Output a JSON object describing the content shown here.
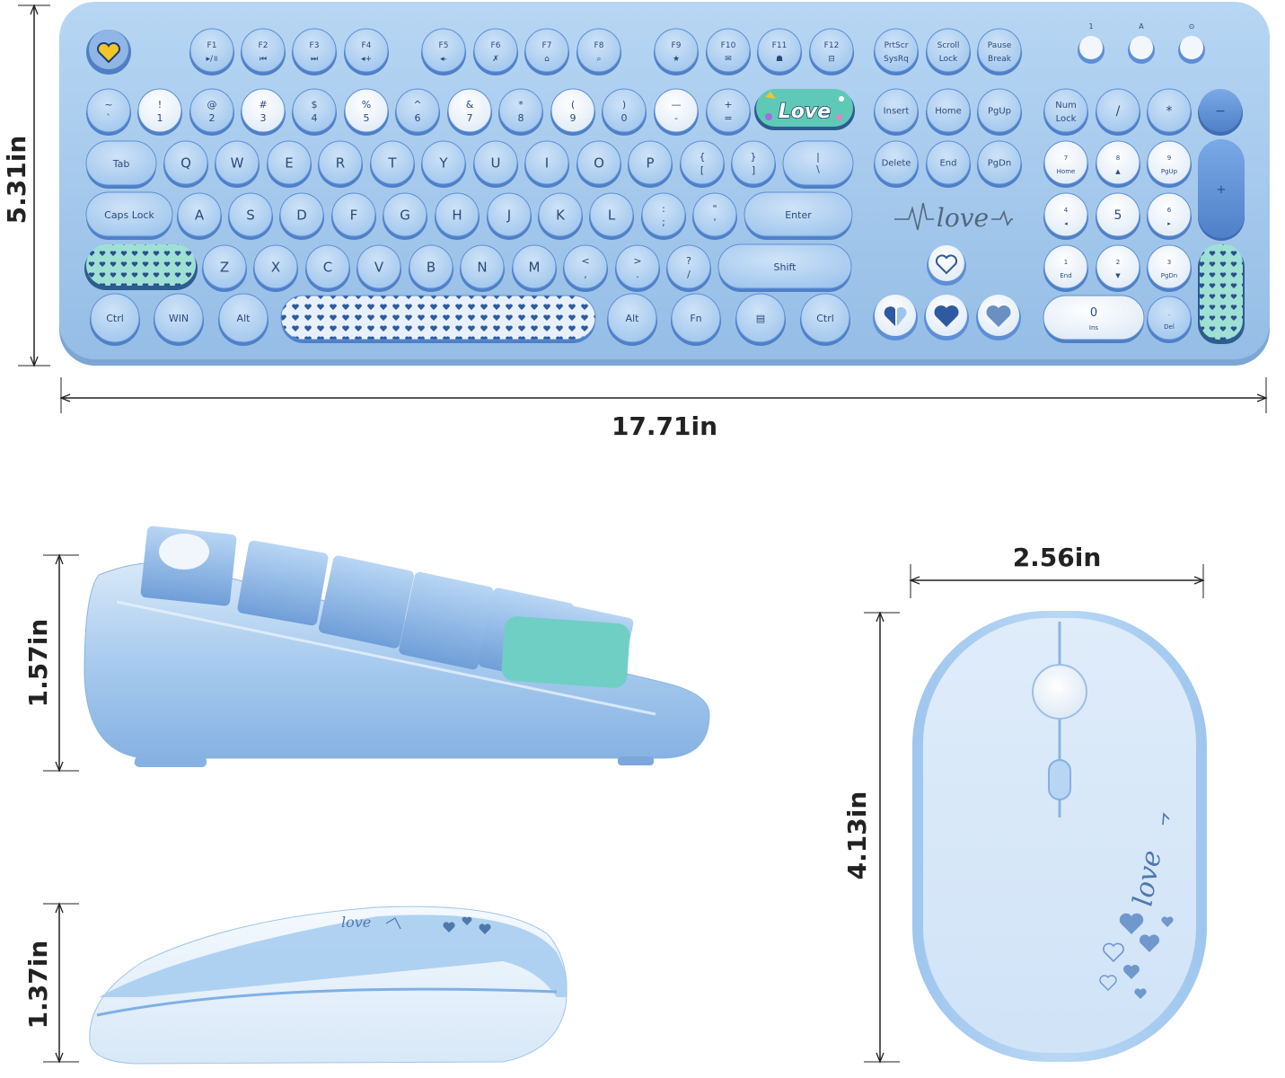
{
  "dimensions": {
    "keyboard_width": "17.71in",
    "keyboard_height": "5.31in",
    "keyboard_depth": "1.57in",
    "mouse_width": "2.56in",
    "mouse_length": "4.13in",
    "mouse_height": "1.37in"
  },
  "keyboard": {
    "decal_text": "Love",
    "script_text": "love",
    "indicator_labels": [
      "1",
      "A",
      "⊙"
    ],
    "row_fn": [
      "F1",
      "F2",
      "F3",
      "F4",
      "F5",
      "F6",
      "F7",
      "F8",
      "F9",
      "F10",
      "F11",
      "F12"
    ],
    "row_fn_icons": [
      "▸/॥",
      "⏮",
      "⏭",
      "◂+",
      "◂-",
      "✗",
      "⌂",
      "⌕",
      "★",
      "✉",
      "☗",
      "⊟"
    ],
    "sys_keys": [
      [
        "PrtScr",
        "SysRq"
      ],
      [
        "Scroll",
        "Lock"
      ],
      [
        "Pause",
        "Break"
      ]
    ],
    "row_num_top": [
      "~",
      "!",
      "@",
      "#",
      "$",
      "%",
      "^",
      "&",
      "*",
      "(",
      ")",
      "—",
      "+"
    ],
    "row_num_bottom": [
      "`",
      "1",
      "2",
      "3",
      "4",
      "5",
      "6",
      "7",
      "8",
      "9",
      "0",
      "-",
      "="
    ],
    "row_q": [
      "Tab",
      "Q",
      "W",
      "E",
      "R",
      "T",
      "Y",
      "U",
      "I",
      "O",
      "P"
    ],
    "row_q_punct": [
      [
        "{",
        "["
      ],
      [
        "}",
        "]"
      ],
      [
        "|",
        "\\"
      ]
    ],
    "row_a": [
      "Caps Lock",
      "A",
      "S",
      "D",
      "F",
      "G",
      "H",
      "J",
      "K",
      "L"
    ],
    "row_a_punct": [
      [
        ":",
        ";"
      ],
      [
        "\"",
        "'"
      ]
    ],
    "enter": "Enter",
    "row_z": [
      "Z",
      "X",
      "C",
      "V",
      "B",
      "N",
      "M"
    ],
    "row_z_punct": [
      [
        "<",
        ","
      ],
      [
        ">",
        "."
      ],
      [
        "?",
        "/"
      ]
    ],
    "shift": "Shift",
    "row_bottom_left": [
      "Ctrl",
      "WIN",
      "Alt"
    ],
    "row_bottom_right": [
      "Alt",
      "Fn",
      "▤",
      "Ctrl"
    ],
    "nav_top": [
      "Insert",
      "Home",
      "PgUp"
    ],
    "nav_bottom": [
      "Delete",
      "End",
      "PgDn"
    ],
    "numpad_top": [
      [
        "Num",
        "Lock"
      ],
      [
        "/"
      ],
      [
        "*"
      ],
      [
        "−"
      ]
    ],
    "numpad_rows": [
      [
        [
          "7",
          "Home"
        ],
        [
          "8",
          "▲"
        ],
        [
          "9",
          "PgUp"
        ]
      ],
      [
        [
          "4",
          "◂"
        ],
        [
          "5",
          ""
        ],
        [
          "6",
          "▸"
        ]
      ],
      [
        [
          "1",
          "End"
        ],
        [
          "2",
          "▼"
        ],
        [
          "3",
          "PgDn"
        ]
      ]
    ],
    "numpad_plus": "+",
    "numpad_zero": [
      "0",
      "Ins"
    ],
    "numpad_dot": [
      ".",
      "Del"
    ]
  },
  "mouse": {
    "script_text": "love"
  },
  "colors": {
    "keyboard_body": "#a9cdee",
    "key_blue": "#a6cbef",
    "key_white": "#eef4fb",
    "key_dark": "#5d8fd6",
    "teal": "#7fd8cf",
    "dimension_line": "#222222"
  }
}
